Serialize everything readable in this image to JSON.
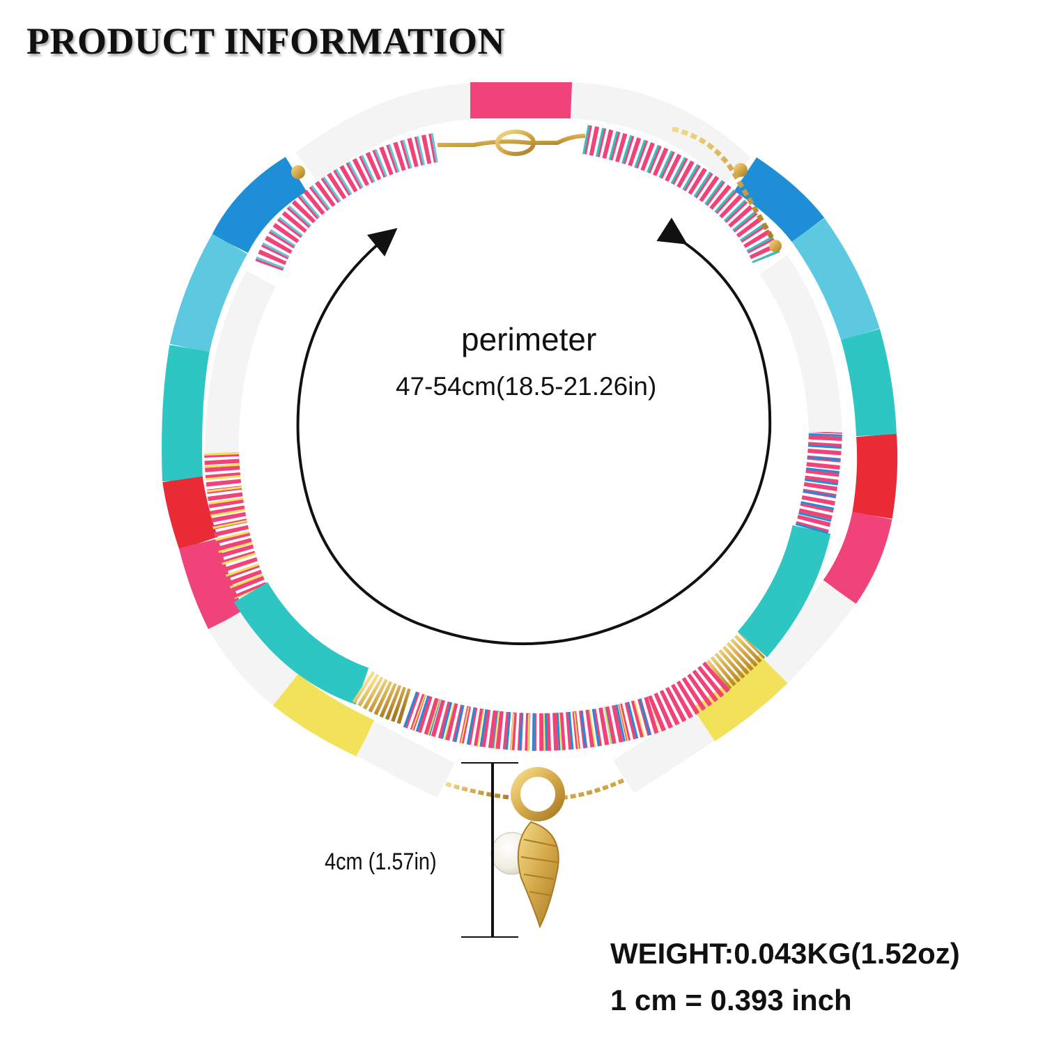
{
  "title": "PRODUCT INFORMATION",
  "perimeter": {
    "label": "perimeter",
    "value": "47-54cm(18.5-21.26in)"
  },
  "pendant": {
    "size": "4cm (1.57in)"
  },
  "specs": {
    "weight": "WEIGHT:0.043KG(1.52oz)",
    "conversion": "1 cm = 0.393 inch"
  },
  "colors": {
    "white": "#f4f4f4",
    "blue": "#1e8fd6",
    "sky": "#5cc9e0",
    "turquoise": "#2ec6c2",
    "red": "#e82b34",
    "pink": "#f0437a",
    "yellow": "#f2e25a",
    "gold": "#d9b15a",
    "arrow": "#111111"
  }
}
